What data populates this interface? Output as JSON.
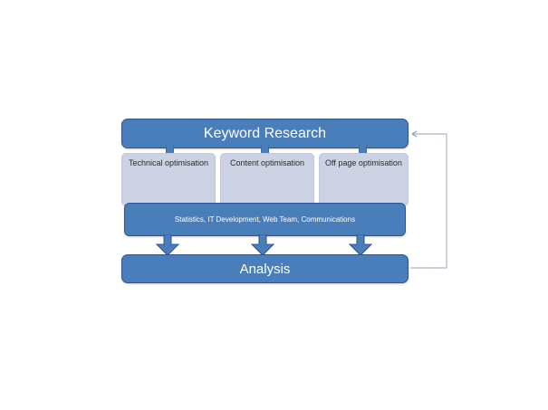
{
  "diagram": {
    "title_box": {
      "label": "Keyword Research",
      "name": "keyword-research-box"
    },
    "sub_boxes": [
      {
        "label": "Technical optimisation"
      },
      {
        "label": "Content  optimisation"
      },
      {
        "label": "Off page optimisation"
      }
    ],
    "teams_bar": {
      "label": "Statistics, IT Development,  Web Team,  Communications"
    },
    "result_box": {
      "label": "Analysis"
    },
    "connectors": {
      "tab_count": 3,
      "arrow_count": 3,
      "feedback_arrow_name": "feedback-loop-arrow"
    },
    "colors": {
      "primary_blue": "#4a7ebb",
      "blue_border": "#31538a",
      "light_box": "#ccd1e4",
      "light_box_border": "#c2c8de",
      "arrow_fill": "#4a7ebb",
      "arrow_stroke": "#31538a",
      "feedback_line": "#a9b8c6",
      "background": "#ffffff",
      "box_text": "#ffffff",
      "sub_box_text": "#2b2b2b"
    }
  }
}
